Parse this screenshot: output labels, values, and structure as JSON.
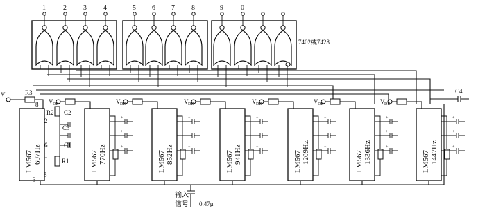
{
  "keys": [
    "1",
    "2",
    "3",
    "4",
    "5",
    "6",
    "7",
    "8",
    "9",
    "0"
  ],
  "gate_part": "7402或7428",
  "decoders": [
    {
      "name": "LM567",
      "freq": "697Hz"
    },
    {
      "name": "LM567",
      "freq": "770Hz"
    },
    {
      "name": "LM567",
      "freq": "852Hz"
    },
    {
      "name": "LM567",
      "freq": "941Hz"
    },
    {
      "name": "LM567",
      "freq": "1209Hz"
    },
    {
      "name": "LM567",
      "freq": "1336Hz"
    },
    {
      "name": "LM567",
      "freq": "1447Hz"
    }
  ],
  "supply_label": "V",
  "supply_sub": "DD",
  "components": {
    "R1": "R1",
    "R2": "R2",
    "R3": "R3",
    "C1": "C1",
    "C2": "C2",
    "C3": "C3",
    "C4": "C4"
  },
  "pins": {
    "p8": "8",
    "p6": "6",
    "p3": "3",
    "p5": "5",
    "p2": "2",
    "p1": "1"
  },
  "input_label": "输入",
  "input_label2": "信号",
  "input_cap": "0.47μ",
  "plus": "+"
}
